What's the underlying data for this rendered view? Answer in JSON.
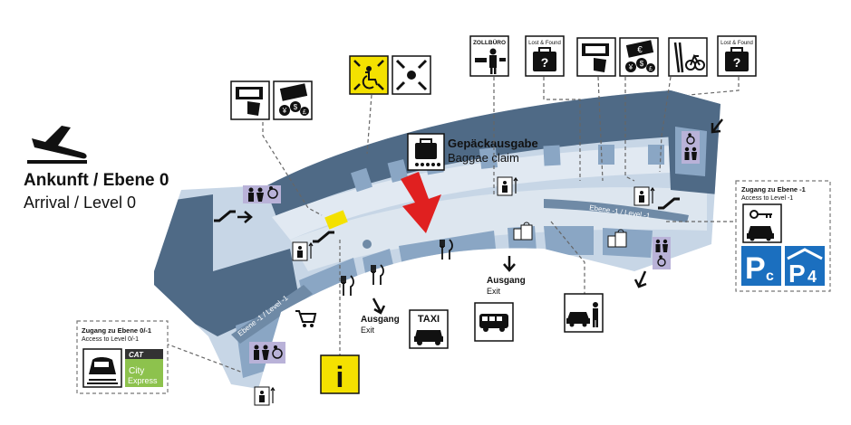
{
  "colors": {
    "terminal_dark": "#4f6a86",
    "terminal_mid": "#8aa6c4",
    "terminal_light": "#c7d6e6",
    "hall_light": "#dde6ef",
    "restroom_purple": "#b9b2d8",
    "yellow": "#f4e100",
    "red_arrow": "#e02020",
    "parking_blue": "#1b6fbf",
    "city_express_green": "#8dc24d",
    "black": "#111111"
  },
  "title": {
    "main": "Ankunft / Ebene 0",
    "sub": "Arrival / Level 0"
  },
  "baggage": {
    "title": "Gepäckausgabe",
    "subtitle": "Baggae claim"
  },
  "level_labels": {
    "right": "Ebene -1 / Level -1",
    "left": "Ebene -1 / Level -1"
  },
  "exits": [
    {
      "de": "Ausgang",
      "en": "Exit"
    },
    {
      "de": "Ausgang",
      "en": "Exit"
    }
  ],
  "taxi_label": "TAXI",
  "top_signs": {
    "customs": "ZOLLBÜRO",
    "lost_found_1": "Lost & Found",
    "lost_found_2": "Lost & Found"
  },
  "access_right": {
    "de": "Zugang zu Ebene -1",
    "en": "Access to Level -1",
    "parking_1_main": "P",
    "parking_1_sub": "c",
    "parking_2_main": "P",
    "parking_2_sub": "4"
  },
  "access_left": {
    "de": "Zugang zu Ebene 0/-1",
    "en": "Access to Level 0/-1",
    "cat_logo": "CAT",
    "cat_name_1": "City",
    "cat_name_2": "Express"
  },
  "info_symbol": "i",
  "currency_symbols": {
    "yen": "¥",
    "dollar": "$",
    "pound": "£",
    "euro": "€"
  },
  "icons": [
    "plane-landing-icon",
    "atm-icon",
    "currency-exchange-icon",
    "accessible-meeting-point-icon",
    "meeting-point-icon",
    "customs-icon",
    "lost-found-icon",
    "bicycle-ski-icon",
    "baggage-claim-icon",
    "restroom-icon",
    "escalator-icon",
    "elevator-icon",
    "restaurant-icon",
    "shopping-icon",
    "cart-icon",
    "taxi-icon",
    "bus-icon",
    "car-rental-icon",
    "car-key-icon",
    "train-icon",
    "info-icon",
    "arrow-down-icon"
  ]
}
